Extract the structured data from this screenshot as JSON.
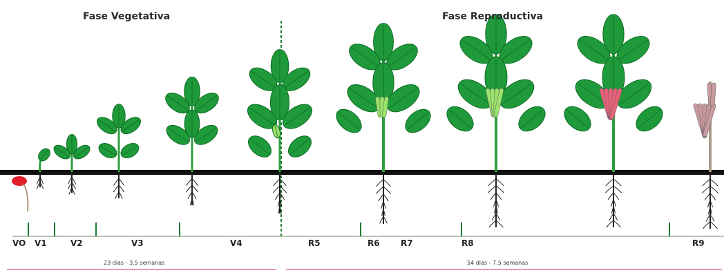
{
  "phases": {
    "vegetative": {
      "title": "Fase Vegetativa",
      "duration": "23 dias - 3.5 semanas"
    },
    "reproductive": {
      "title": "Fase Reproductiva",
      "duration": "54 dias - 7.5 semanas"
    }
  },
  "stages": [
    "VO",
    "V1",
    "V2",
    "V3",
    "V4",
    "R5",
    "R6",
    "R7",
    "R8",
    "R9"
  ],
  "colors": {
    "leaf": "#1f9a3a",
    "leaf_light": "#3cbf55",
    "leaf_dark": "#0d6b24",
    "stem": "#2f9e3f",
    "pod_green": "#9be36a",
    "pod_pink": "#e8637a",
    "pod_dry": "#c99a9f",
    "seed_red": "#e01f2a",
    "soil_line": "#111111",
    "root": "#222222",
    "divider": "#1e7b32",
    "timeline": "#e06070"
  }
}
